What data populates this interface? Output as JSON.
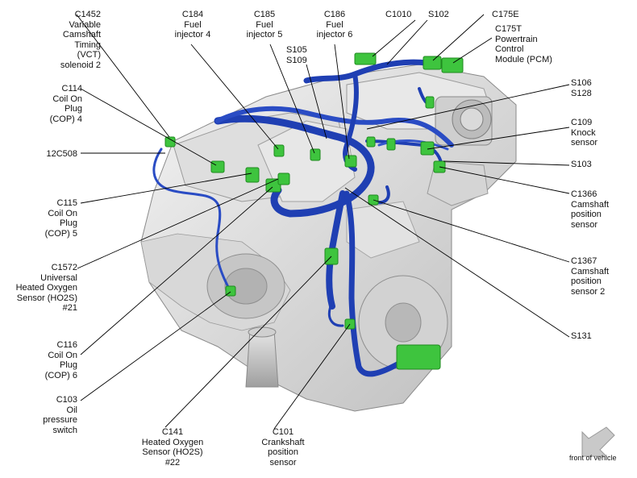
{
  "colors": {
    "harness": "#1f3fb3",
    "harness_light": "#4a6ad6",
    "connector": "#3ec43e",
    "connector_dark": "#1f8a1f",
    "engine_light": "#ededed",
    "engine_mid": "#cfcfcf",
    "engine_dark": "#a9a9a9",
    "leader": "#000000"
  },
  "labels": {
    "c1452": "C1452\nVariable\nCamshaft\nTiming\n(VCT)\nsolenoid 2",
    "c184": "C184\nFuel\ninjector 4",
    "c185": "C185\nFuel\ninjector 5",
    "c186": "C186\nFuel\ninjector 6",
    "c1010": "C1010",
    "s102": "S102",
    "c175e": "C175E",
    "c175t": "C175T\nPowertrain\nControl\nModule (PCM)",
    "s105": "S105\nS109",
    "c114": "C114\nCoil On\nPlug\n(COP) 4",
    "s106": "S106\nS128",
    "c109": "C109\nKnock\nsensor",
    "x12c508": "12C508",
    "s103": "S103",
    "c115": "C115\nCoil On\nPlug\n(COP) 5",
    "c1366": "C1366\nCamshaft\nposition\nsensor",
    "c1572": "C1572\nUniversal\nHeated Oxygen\nSensor (HO2S)\n#21",
    "c1367": "C1367\nCamshaft\nposition\nsensor 2",
    "s131": "S131",
    "c116": "C116\nCoil On\nPlug\n(COP) 6",
    "c103": "C103\nOil\npressure\nswitch",
    "c141": "C141\nHeated Oxygen\nSensor (HO2S)\n#22",
    "c101": "C101\nCrankshaft\nposition\nsensor"
  },
  "compass": {
    "label": "front of vehicle",
    "icon": "arrow-down-left-icon"
  }
}
